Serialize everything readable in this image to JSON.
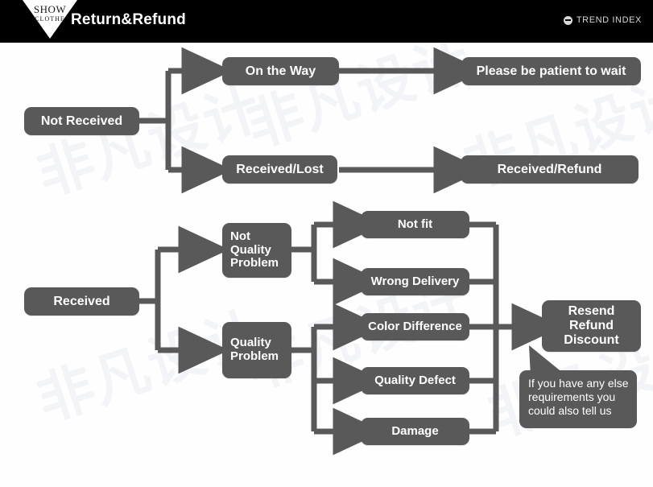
{
  "header": {
    "logo_top": "SHOW",
    "logo_bottom": "CLOTHE",
    "title": "Return&Refund",
    "brand_right": "TREND INDEX",
    "bar_color": "#000000",
    "title_color": "#ffffff"
  },
  "theme": {
    "node_fill": "#595959",
    "node_text": "#ffffff",
    "connector": "#595959",
    "page_background": "#ffffff",
    "watermark_text": "非凡设计",
    "watermark_color": "#e9edf2"
  },
  "flow": {
    "branch_not_received": {
      "root": "Not Received",
      "children": [
        {
          "label": "On the Way",
          "outcome": "Please be patient to wait"
        },
        {
          "label": "Received/Lost",
          "outcome": "Received/Refund"
        }
      ]
    },
    "branch_received": {
      "root": "Received",
      "categories": [
        {
          "label": "Not\nQuality\nProblem",
          "label_line1": "Not",
          "label_line2": "Quality",
          "label_line3": "Problem",
          "reasons": [
            "Not fit",
            "Wrong Delivery"
          ]
        },
        {
          "label": "Quality\nProblem",
          "label_line1": "Quality",
          "label_line2": "Problem",
          "reasons": [
            "Color Difference",
            "Quality Defect",
            "Damage"
          ]
        }
      ],
      "resolution": {
        "line1": "Resend",
        "line2": "Refund",
        "line3": "Discount"
      },
      "note": "If you have any else requirements you could also tell us"
    }
  }
}
